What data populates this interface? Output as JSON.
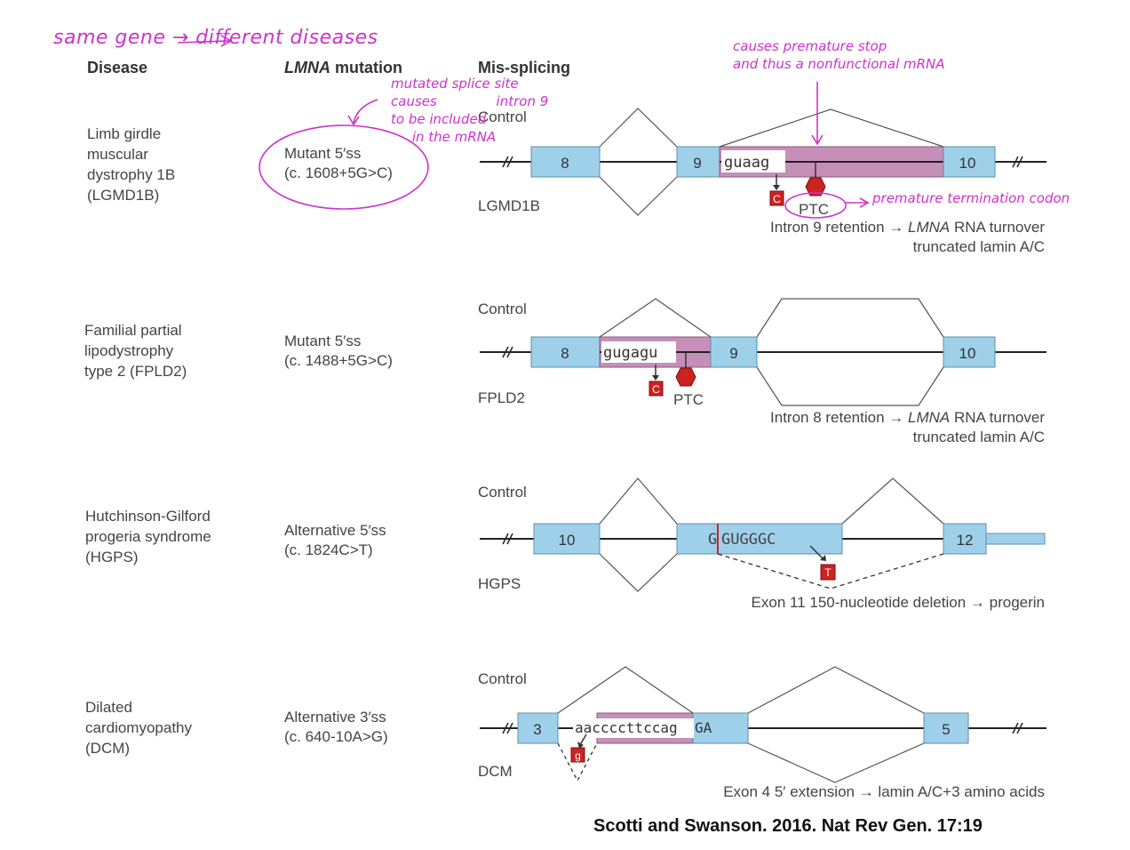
{
  "headers": {
    "disease": "Disease",
    "mutation_gene": "LMNA",
    "mutation_rest": " mutation",
    "missplicing": "Mis-splicing"
  },
  "control_label": "Control",
  "rows": [
    {
      "disease": "Limb girdle\nmuscular\ndystrophy 1B\n(LGMD1B)",
      "mutation": "Mutant 5′ss\n(c. 1608+5G>C)",
      "name": "LGMD1B",
      "exons": [
        "8",
        "9",
        "10"
      ],
      "seq": "guaag",
      "sub": "C",
      "ptc": "PTC",
      "result_a_pre": "Intron 9 retention → ",
      "result_a_gene": "LMNA",
      "result_a_post": " RNA turnover",
      "result_b": "truncated lamin A/C"
    },
    {
      "disease": "Familial partial\nlipodystrophy\ntype 2 (FPLD2)",
      "mutation": "Mutant 5′ss\n(c. 1488+5G>C)",
      "name": "FPLD2",
      "exons": [
        "8",
        "9",
        "10"
      ],
      "seq": "gugagu",
      "sub": "C",
      "ptc": "PTC",
      "result_a_pre": "Intron 8 retention → ",
      "result_a_gene": "LMNA",
      "result_a_post": " RNA turnover",
      "result_b": "truncated lamin A/C"
    },
    {
      "disease": "Hutchinson-Gilford\nprogeria syndrome\n(HGPS)",
      "mutation": "Alternative 5′ss\n(c. 1824C>T)",
      "name": "HGPS",
      "exons": [
        "10",
        "12"
      ],
      "seq_first": "G",
      "seq": "GUGGGC",
      "sub": "T",
      "result_a_pre": "Exon 11 150-nucleotide deletion → progerin"
    },
    {
      "disease": "Dilated\ncardiomyopathy\n(DCM)",
      "mutation": "Alternative 3′ss\n(c. 640-10A>G)",
      "name": "DCM",
      "exons": [
        "3",
        "5"
      ],
      "seq": "aaccccttccag",
      "seq_tail": "GA",
      "sub": "g",
      "result_a_pre": "Exon 4 5′ extension → lamin A/C+3 amino acids"
    }
  ],
  "citation": "Scotti and Swanson. 2016. Nat Rev Gen. 17:19",
  "annotations": {
    "top": "same gene → different diseases",
    "splice_site": "mutated splice site\ncauses              intron 9\nto be included\n     in the mRNA",
    "premature": "causes premature stop\nand thus a nonfunctional mRNA",
    "ptc_note": "premature termination codon"
  },
  "colors": {
    "exon": "#9fd0ea",
    "exon_border": "#5b8fae",
    "intron_retained": "#c58fb8",
    "mutation": "#cc2222",
    "ink": "#cc33cc"
  }
}
